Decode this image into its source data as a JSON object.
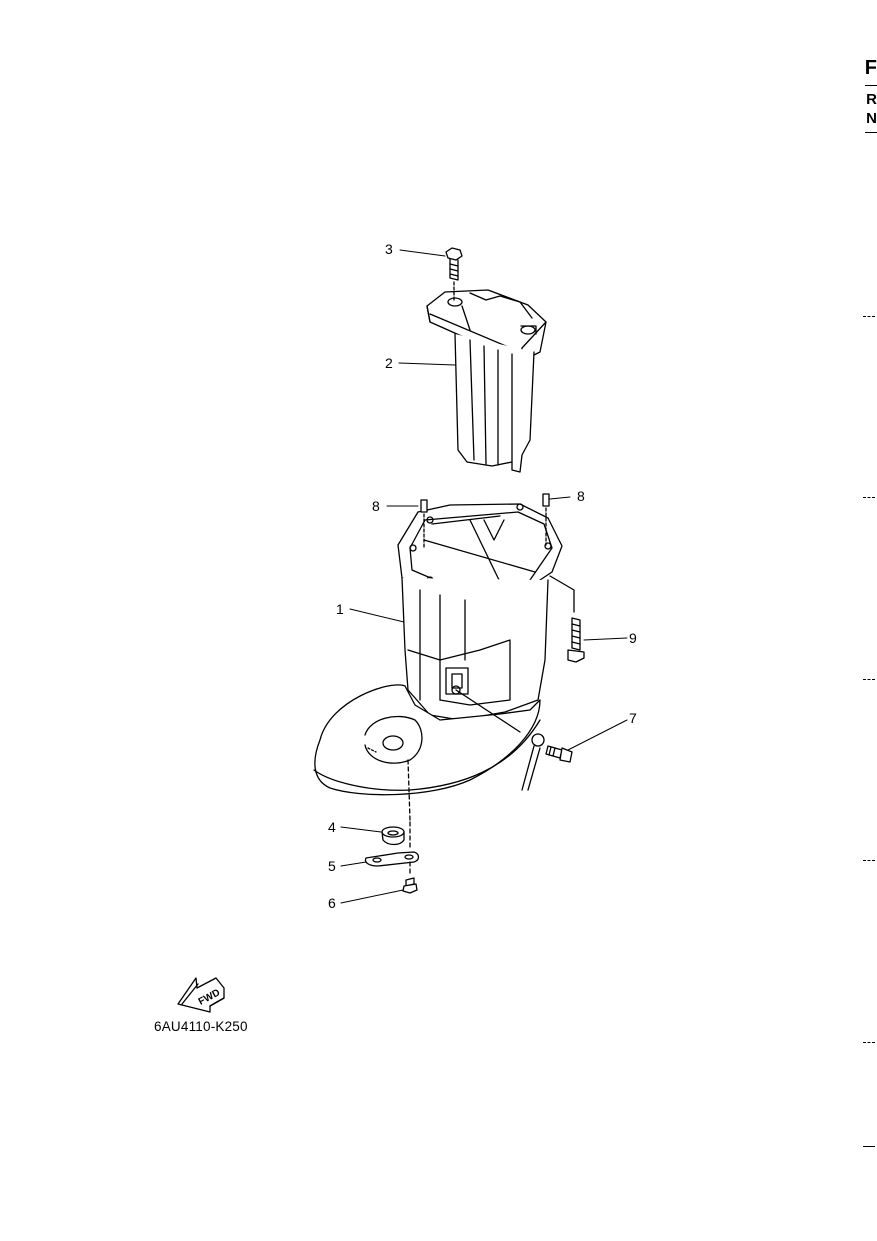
{
  "header": {
    "line1": "F",
    "line2": "R",
    "line3": "N"
  },
  "diagram_code": "6AU4110-K250",
  "fwd_label": "FWD",
  "callouts": {
    "p1": "1",
    "p2": "2",
    "p3": "3",
    "p4": "4",
    "p5": "5",
    "p6": "6",
    "p7": "7",
    "p8a": "8",
    "p8b": "8",
    "p9": "9"
  }
}
